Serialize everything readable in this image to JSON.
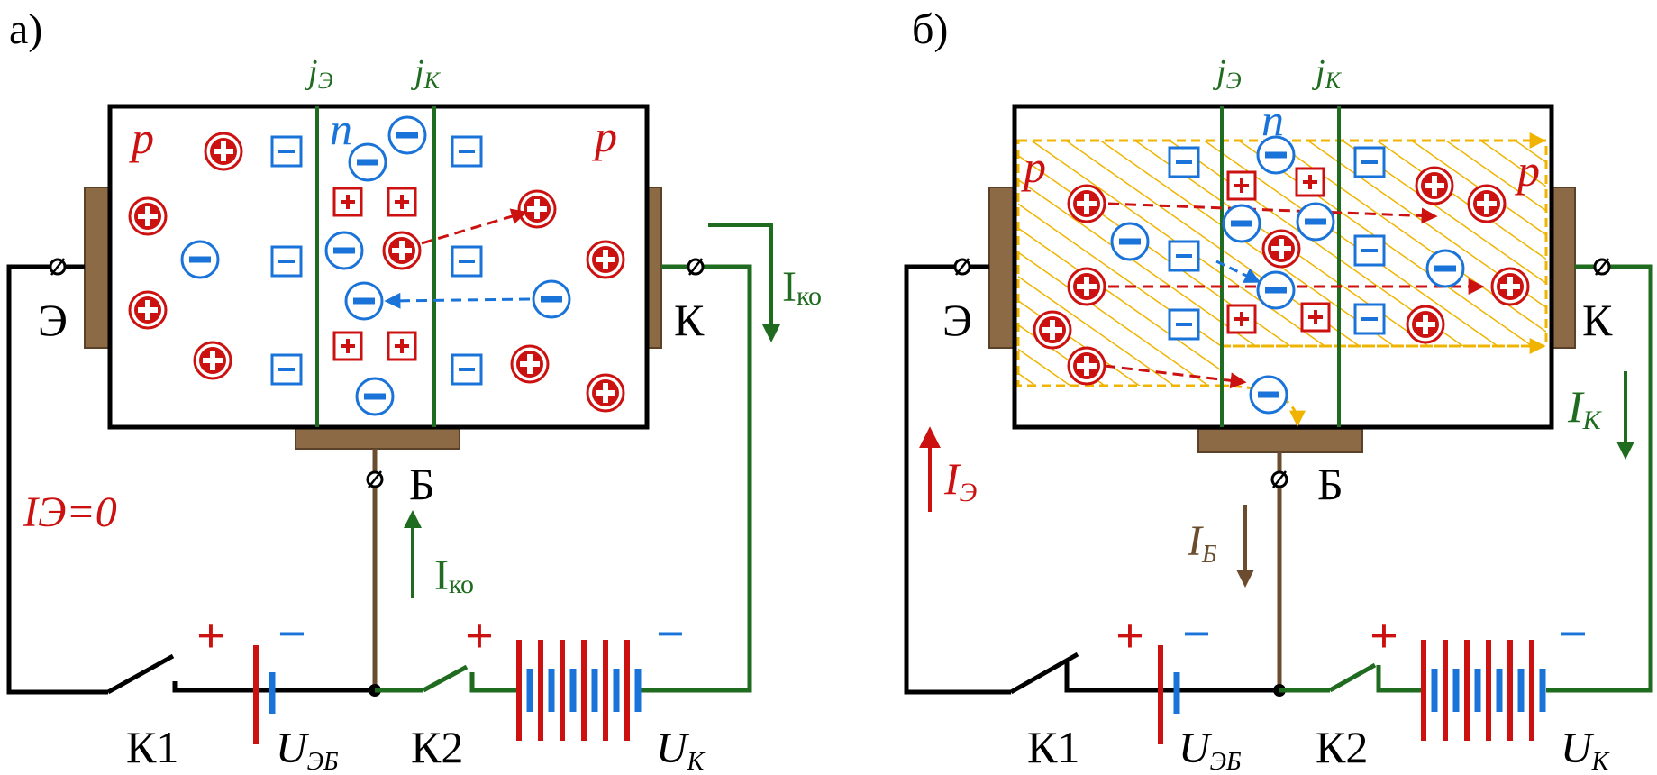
{
  "panels": [
    {
      "id": "a",
      "panel_label": "а)",
      "junction_emitter": {
        "main": "j",
        "sub": "Э"
      },
      "junction_collector": {
        "main": "j",
        "sub": "К"
      },
      "region_left": "p",
      "region_middle": "n",
      "region_right": "p",
      "terminal_emitter": "Э",
      "terminal_collector": "К",
      "terminal_base": "Б",
      "current_collector_label": {
        "main": "I",
        "sub": "ко"
      },
      "current_base_label": {
        "main": "I",
        "sub": "ко"
      },
      "emitter_current_text": "IЭ=0",
      "switch1": "К1",
      "switch2": "К2",
      "battery_eb": {
        "main": "U",
        "sub": "ЭБ"
      },
      "battery_k": {
        "main": "U",
        "sub": "К"
      },
      "plus_sign": "+",
      "minus_sign": "−"
    },
    {
      "id": "b",
      "panel_label": "б)",
      "junction_emitter": {
        "main": "j",
        "sub": "Э"
      },
      "junction_collector": {
        "main": "j",
        "sub": "К"
      },
      "region_left": "p",
      "region_middle": "n",
      "region_right": "p",
      "terminal_emitter": "Э",
      "terminal_collector": "К",
      "terminal_base": "Б",
      "current_emitter_label": {
        "main": "I",
        "sub": "Э"
      },
      "current_collector_label": {
        "main": "I",
        "sub": "К"
      },
      "current_base_label": {
        "main": "I",
        "sub": "Б"
      },
      "switch1": "К1",
      "switch2": "К2",
      "battery_eb": {
        "main": "U",
        "sub": "ЭБ"
      },
      "battery_k": {
        "main": "U",
        "sub": "К"
      },
      "plus_sign": "+",
      "minus_sign": "−"
    }
  ],
  "colors": {
    "hole": "#cc1111",
    "electron": "#1a73d8",
    "junction": "#1f6b1f",
    "collector_wire": "#1f6b1f",
    "emitter_wire": "#000000",
    "base_wire": "#6b4c2e",
    "contact": "#8b6a45",
    "flow_hatch": "#f0b400"
  },
  "icons": [
    "hole-icon",
    "electron-icon",
    "acceptor-ion-icon",
    "donor-ion-icon",
    "battery-icon",
    "switch-icon",
    "terminal-icon",
    "arrow-icon"
  ]
}
